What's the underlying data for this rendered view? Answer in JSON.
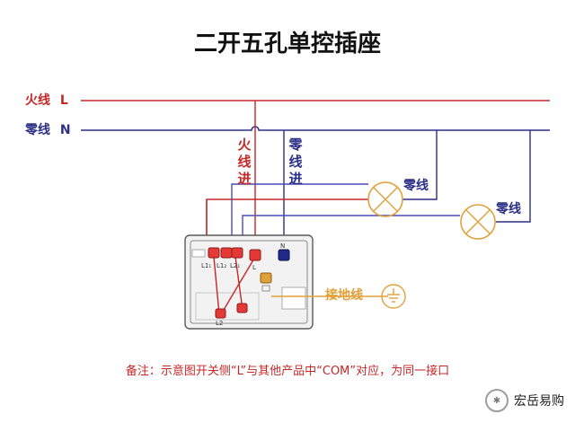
{
  "title": "二开五孔单控插座",
  "lines": {
    "live_label": "火线",
    "live_letter": "L",
    "neutral_label": "零线",
    "neutral_letter": "N"
  },
  "entries": {
    "live_in": "火线进",
    "neutral_in": "零线进"
  },
  "lamps": {
    "lamp1_neutral": "零线",
    "lamp2_neutral": "零线"
  },
  "terminals": {
    "l1": "L1₁",
    "l1b": "L1₂",
    "l2": "L2₁",
    "l2b": "L2",
    "l": "L",
    "n": "N"
  },
  "ground_label": "接地线",
  "note": "备注：示意图开关侧“L”与其他产品中“COM”对应，为同一接口",
  "brand": "宏岳易购",
  "colors": {
    "live": "#c62828",
    "neutral": "#2b2f86",
    "switch_wire": "#4a4ab8",
    "ground": "#e0a13a",
    "lamp": "#e0a13a"
  }
}
